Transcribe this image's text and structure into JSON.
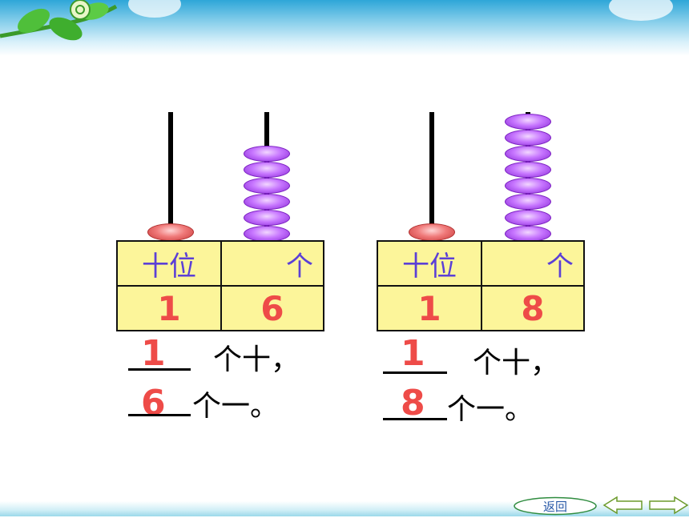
{
  "left_panel": {
    "tens_bead_count": 1,
    "ones_bead_count": 6,
    "table": {
      "header_tens": "十位",
      "header_ones": "个",
      "value_tens": "1",
      "value_ones": "6"
    },
    "sentence": {
      "line1_answer": "1",
      "line1_text": "个十，",
      "line2_answer": "6",
      "line2_text": "个一。"
    }
  },
  "right_panel": {
    "tens_bead_count": 1,
    "ones_bead_count": 8,
    "table": {
      "header_tens": "十位",
      "header_ones": "个",
      "value_tens": "1",
      "value_ones": "8"
    },
    "sentence": {
      "line1_answer": "1",
      "line1_text": "个十，",
      "line2_answer": "8",
      "line2_text": "个一。"
    }
  },
  "nav": {
    "back_label": "返回",
    "prev_icon": "left-arrow-icon",
    "next_icon": "right-arrow-icon"
  },
  "colors": {
    "bead_purple": "#c776ff",
    "bead_red": "#f07a7a",
    "table_fill": "#fcf59a",
    "label_text": "#5b3fd6",
    "answer_red": "#ee4b48"
  }
}
